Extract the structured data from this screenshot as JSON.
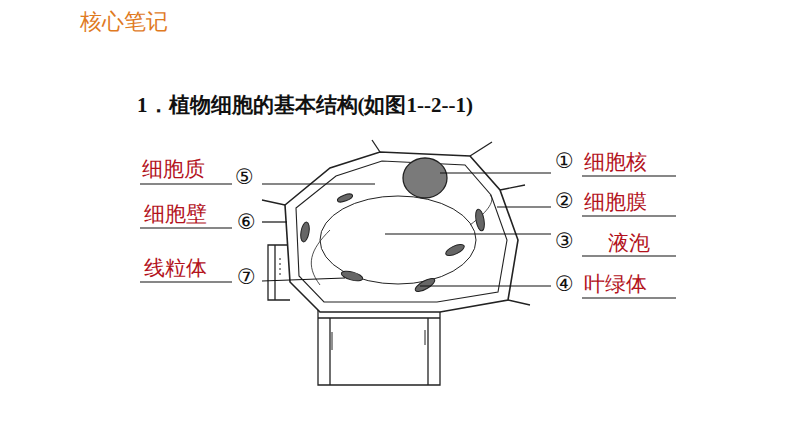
{
  "diagram": {
    "title": "1．植物细胞的基本结构(如图1--2--1)",
    "labels": [
      "核心笔记",
      "①",
      "细胞核",
      "②",
      "细胞膜",
      "③",
      "液泡",
      "④",
      "叶绿体",
      "⑤",
      "细胞质",
      "⑥",
      "细胞壁",
      "⑦",
      "线粒体"
    ]
  }
}
